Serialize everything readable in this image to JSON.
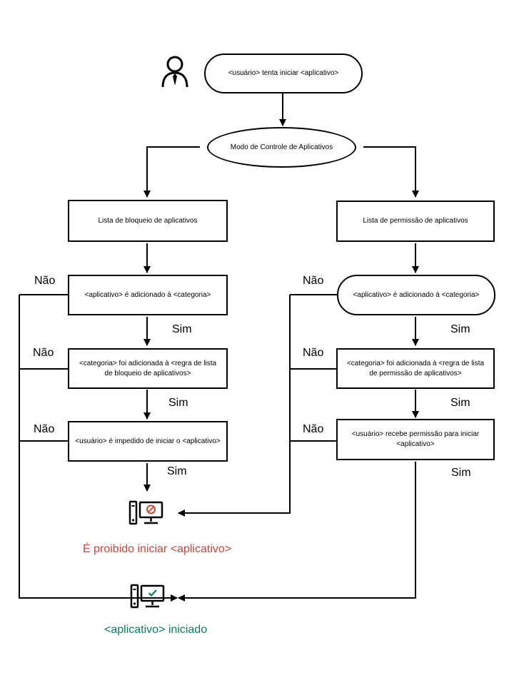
{
  "diagram": {
    "start": "<usuário> tenta iniciar <aplicativo>",
    "mode": "Modo de Controle de Aplicativos",
    "blocklist": {
      "title": "Lista de bloqueio de aplicativos",
      "check1": "<aplicativo> é adicionado à <categoria>",
      "check2": "<categoria> foi adicionada à <regra de lista de bloqueio de aplicativos>",
      "check3": "<usuário> é impedido  de iniciar o <aplicativo>"
    },
    "allowlist": {
      "title": "Lista de permissão de aplicativos",
      "check1": "<aplicativo> é adicionado à <categoria>",
      "check2": "<categoria> foi adicionada à <regra de lista de permissão de aplicativos>",
      "check3": "<usuário> recebe permissão para iniciar <aplicativo>"
    },
    "labels": {
      "yes": "Sim",
      "no": "Não"
    },
    "outcomes": {
      "blocked": "É proibido iniciar <aplicativo>",
      "started": "<aplicativo> iniciado"
    },
    "icons": {
      "user": "user-icon",
      "blocked": "computer-blocked-icon",
      "started": "computer-allowed-icon"
    },
    "colors": {
      "blocked": "#c8463c",
      "started": "#0f7a5a"
    }
  }
}
